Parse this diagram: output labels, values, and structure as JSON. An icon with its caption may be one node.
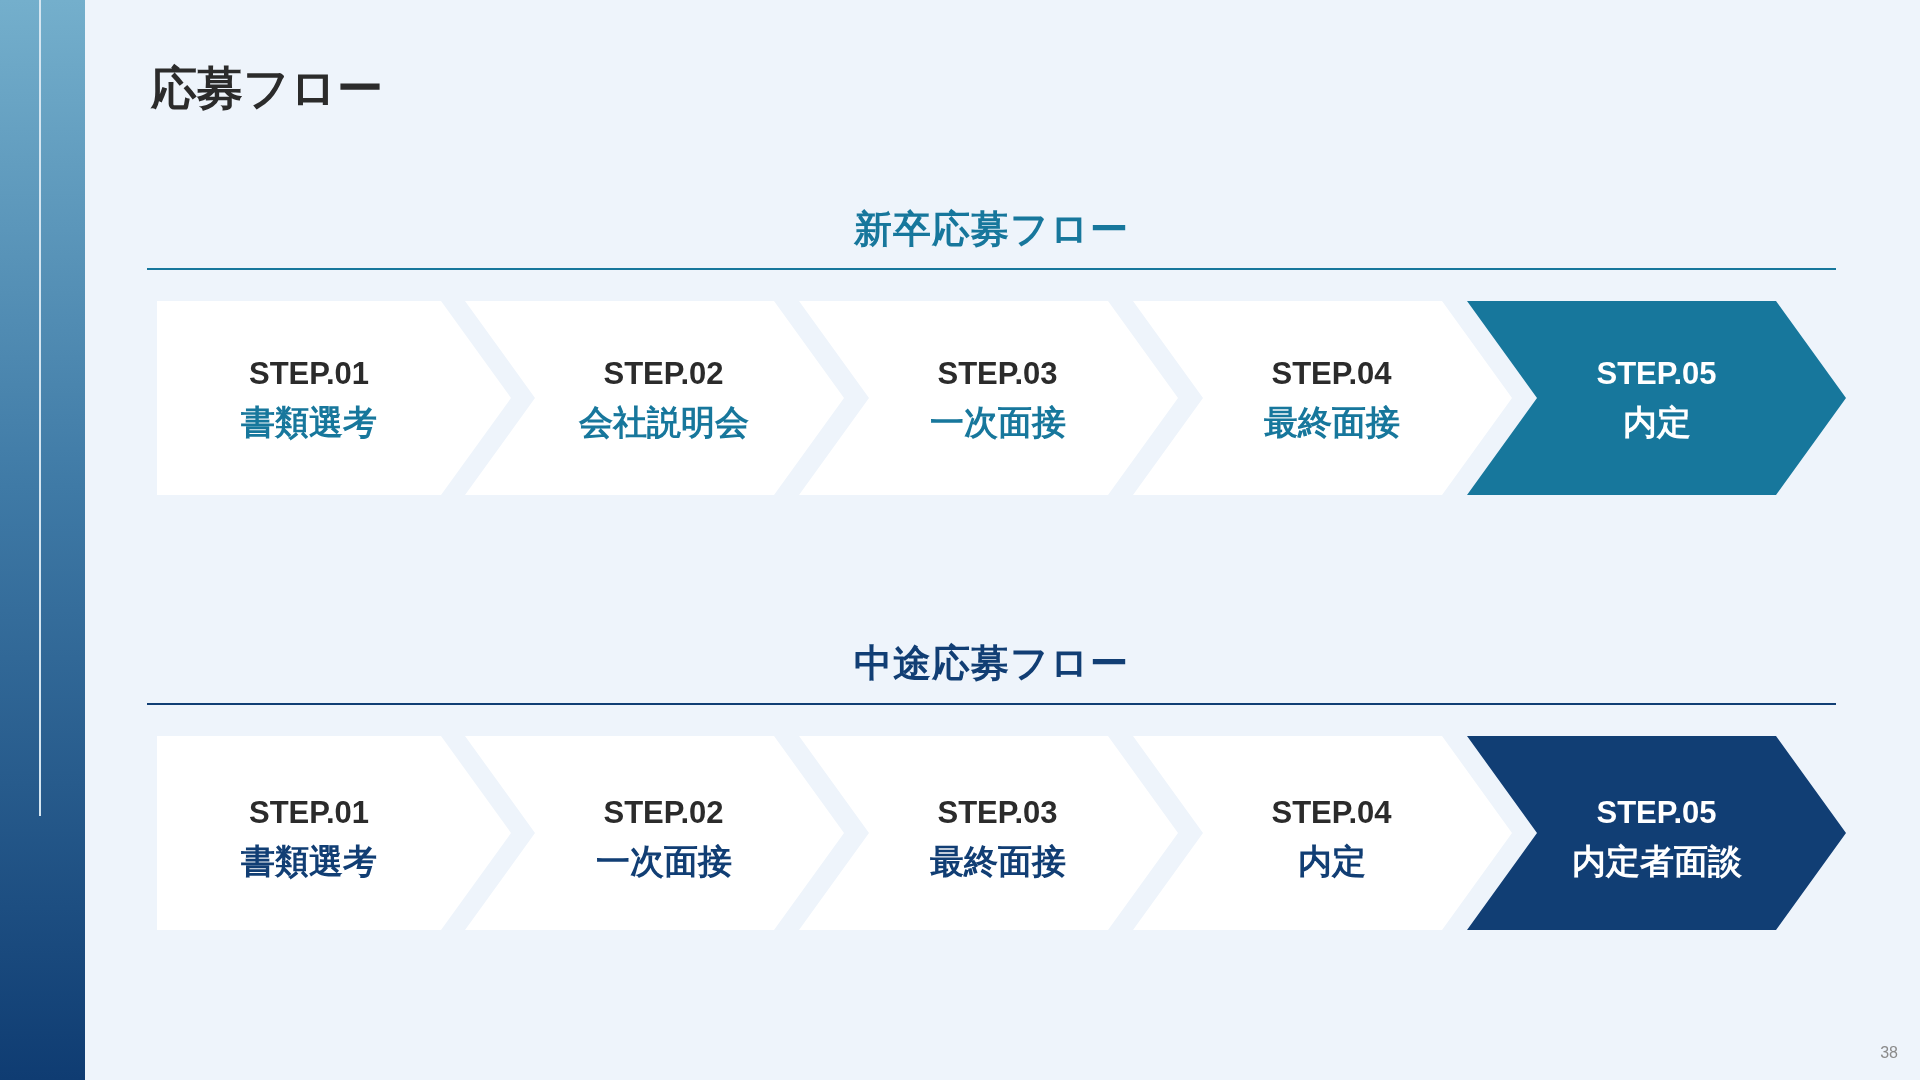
{
  "diagram": {
    "title": "応募フロー",
    "nodes": [
      {
        "text": [
          "STEP.01",
          "書類選考"
        ]
      },
      {
        "text": [
          "STEP.02",
          "会社説明会"
        ]
      },
      {
        "text": [
          "STEP.03",
          "一次面接"
        ]
      },
      {
        "text": [
          "STEP.04",
          "最終面接"
        ]
      },
      {
        "text": [
          "STEP.05",
          "内定"
        ]
      },
      {
        "text": [
          "STEP.01",
          "書類選考"
        ]
      },
      {
        "text": [
          "STEP.02",
          "一次面接"
        ]
      },
      {
        "text": [
          "STEP.03",
          "最終面接"
        ]
      },
      {
        "text": [
          "STEP.04",
          "内定"
        ]
      },
      {
        "text": [
          "STEP.05",
          "内定者面談"
        ]
      }
    ],
    "labels": [
      "新卒応募フロー",
      "中途応募フロー",
      "38"
    ]
  }
}
